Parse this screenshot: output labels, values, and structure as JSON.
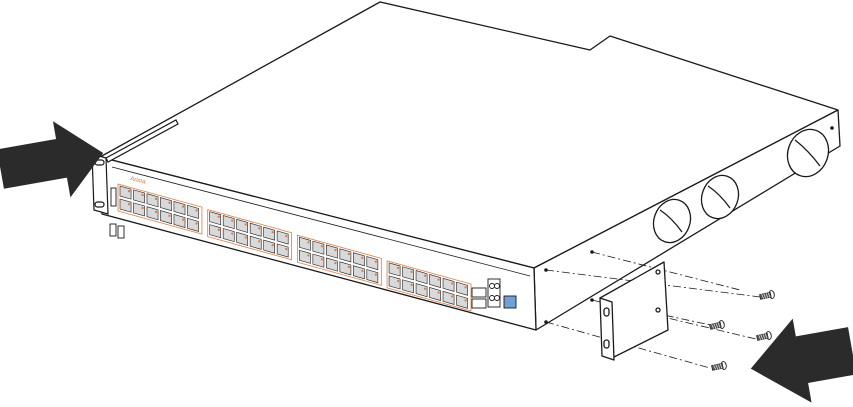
{
  "figure": {
    "kind": "rack-mount installation line drawing",
    "brand_text": "Arista"
  },
  "colors": {
    "line": "#1a1a1a",
    "arrow": "#2b2b2b",
    "accent_orange": "#e07a3c",
    "screw_gray": "#555555",
    "port_fill": "#d9d9d9",
    "highlight_blue": "#6fa0d8"
  },
  "parts": {
    "switch": {
      "port_groups": 4,
      "ports_per_group": 12
    },
    "screws_shown": 4,
    "mounting_brackets_shown": 2,
    "direction_arrows": 2,
    "fan_vents": 3
  },
  "icons": {
    "left_arrow": "arrow-right-icon",
    "right_arrow": "arrow-left-icon",
    "screw": "screw-icon"
  }
}
